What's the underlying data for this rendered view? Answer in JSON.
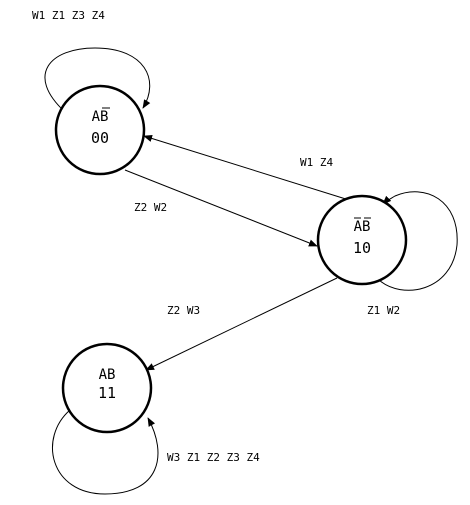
{
  "states": [
    {
      "id": "s00",
      "name_a": "A",
      "name_b": "B",
      "bar_a": false,
      "bar_b": true,
      "code": "00"
    },
    {
      "id": "s10",
      "name_a": "A",
      "name_b": "B",
      "bar_a": true,
      "bar_b": true,
      "code": "10"
    },
    {
      "id": "s11",
      "name_a": "A",
      "name_b": "B",
      "bar_a": false,
      "bar_b": false,
      "code": "11"
    }
  ],
  "transitions": {
    "s00_self": "W1 Z1 Z3 Z4",
    "s10_to_s00": "W1 Z4",
    "s00_to_s10": "Z2 W2",
    "s10_self": "Z1 W2",
    "s10_to_s11": "Z2 W3",
    "s11_self": "W3 Z1 Z2 Z3 Z4"
  }
}
